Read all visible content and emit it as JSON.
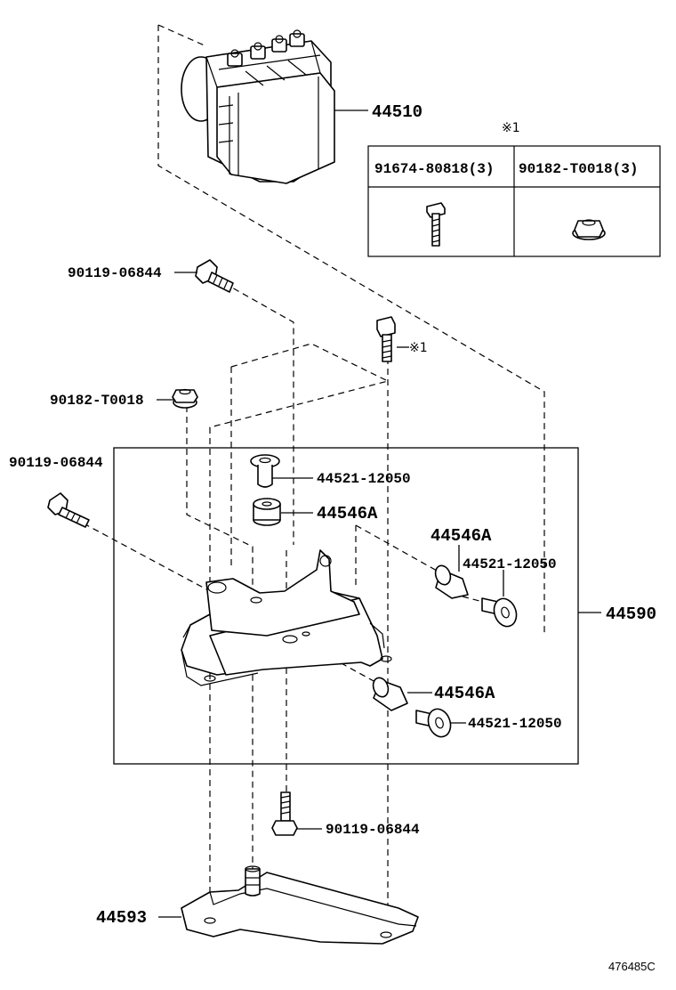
{
  "labels": {
    "actuator": "44510",
    "bolt_top": "90119-06844",
    "nut_left": "90182-T0018",
    "bolt_left": "90119-06844",
    "collar_upper": "44521-12050",
    "cushion_upper": "44546A",
    "cushion_right": "44546A",
    "collar_right": "44521-12050",
    "bracket_assy": "44590",
    "cushion_lower": "44546A",
    "collar_lower": "44521-12050",
    "bolt_bottom": "90119-06844",
    "lower_bracket": "44593",
    "ref_bolt_mark": "※1",
    "figure_id": "476485C"
  },
  "table": {
    "header_mark": "※1",
    "col1": "91674-80818(3)",
    "col2": "90182-T0018(3)"
  },
  "icons": [
    "bolt-icon",
    "nut-icon"
  ]
}
